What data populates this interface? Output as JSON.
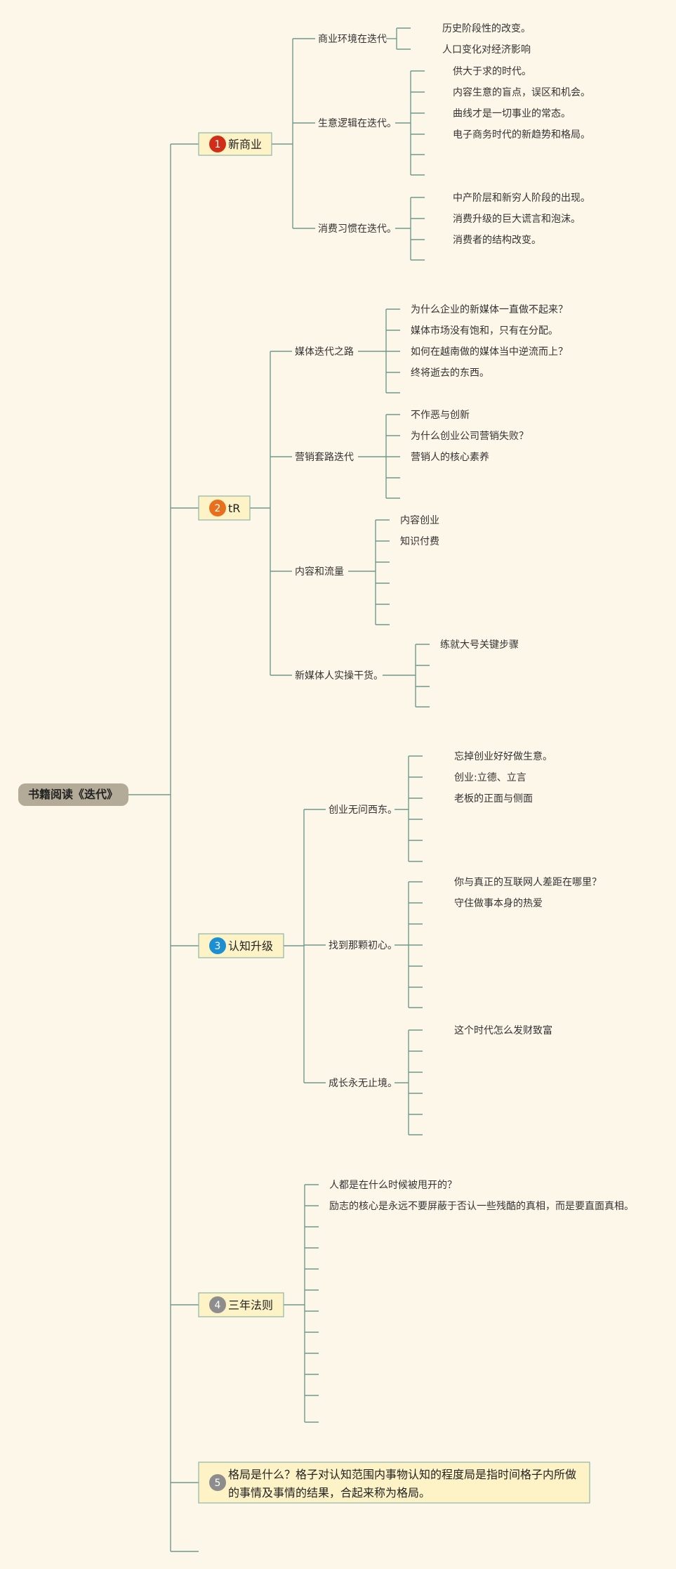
{
  "colors": {
    "background": "#fdf7e9",
    "connector": "#6f9a8d",
    "root_fill": "#b3ab98",
    "branch_fill": "#fdf3c6",
    "branch_border": "#8fb5a8"
  },
  "root": {
    "label": "书籍阅读《迭代》"
  },
  "branches": [
    {
      "badge": "1",
      "badge_color": "#d12e19",
      "lines": [
        "新商业"
      ],
      "children": [
        {
          "label": "商业环境在迭代",
          "children": [
            "历史阶段性的改变。",
            "人口变化对经济影响"
          ]
        },
        {
          "label": "生意逻辑在迭代。",
          "children": [
            "供大于求的时代。",
            "内容生意的盲点，误区和机会。",
            "曲线才是一切事业的常态。",
            "电子商务时代的新趋势和格局。",
            "",
            ""
          ]
        },
        {
          "label": "消费习惯在迭代。",
          "children": [
            "中产阶层和新穷人阶段的出现。",
            "消费升级的巨大谎言和泡沫。",
            "消费者的结构改变。",
            ""
          ]
        }
      ]
    },
    {
      "badge": "2",
      "badge_color": "#e8701d",
      "lines": [
        "tR"
      ],
      "children": [
        {
          "label": "媒体迭代之路",
          "children": [
            "为什么企业的新媒体一直做不起来？",
            "媒体市场没有饱和，只有在分配。",
            "如何在越南做的媒体当中逆流而上？",
            "终将逝去的东西。",
            ""
          ]
        },
        {
          "label": "营销套路迭代",
          "children": [
            "不作恶与创新",
            "为什么创业公司营销失败？",
            "营销人的核心素养",
            "",
            ""
          ]
        },
        {
          "label": "内容和流量",
          "children": [
            "内容创业",
            "知识付费",
            "",
            "",
            "",
            ""
          ]
        },
        {
          "label": "新媒体人实操干货。",
          "children": [
            "练就大号关键步骤",
            "",
            "",
            ""
          ]
        }
      ]
    },
    {
      "badge": "3",
      "badge_color": "#1b8fd2",
      "lines": [
        "认知升级"
      ],
      "children": [
        {
          "label": "创业无问西东。",
          "children": [
            "忘掉创业好好做生意。",
            "创业:立德、立言",
            "老板的正面与侧面",
            "",
            "",
            ""
          ]
        },
        {
          "label": "找到那颗初心。",
          "children": [
            "你与真正的互联网人差距在哪里？",
            "守住做事本身的热爱",
            "",
            "",
            "",
            "",
            ""
          ]
        },
        {
          "label": "成长永无止境。",
          "children": [
            "这个时代怎么发财致富",
            "",
            "",
            "",
            "",
            ""
          ]
        }
      ]
    },
    {
      "badge": "4",
      "badge_color": "#8d8d8d",
      "lines": [
        "三年法则"
      ],
      "leaves": [
        "人都是在什么时候被甩开的？",
        "励志的核心是永远不要屏蔽于否认一些残酷的真相，而是要直面真相。",
        "",
        "",
        "",
        "",
        "",
        "",
        "",
        "",
        "",
        ""
      ]
    },
    {
      "badge": "5",
      "badge_color": "#8d8d8d",
      "lines": [
        "格局是什么？格子对认知范围内事物认知的程度局是指时间格子内所做",
        "的事情及事情的结果，合起来称为格局。"
      ]
    }
  ],
  "trailing_branch": ""
}
